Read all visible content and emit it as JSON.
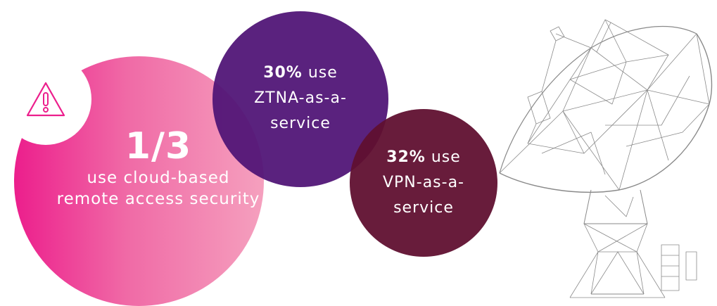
{
  "hero": {
    "value": "1/3",
    "line1": "use cloud-based",
    "line2": "remote access security",
    "icon": "warning-icon"
  },
  "ztna": {
    "value": "30%",
    "use": " use",
    "line2": "ZTNA-as-a-",
    "line3": "service"
  },
  "vpn": {
    "value": "32%",
    "use": " use",
    "line2": "VPN-as-a-",
    "line3": "service"
  },
  "illustration": {
    "icon": "satellite-dish-icon"
  },
  "colors": {
    "pink": "#ec1e8c",
    "purple": "#501476",
    "maroon": "#601030"
  }
}
